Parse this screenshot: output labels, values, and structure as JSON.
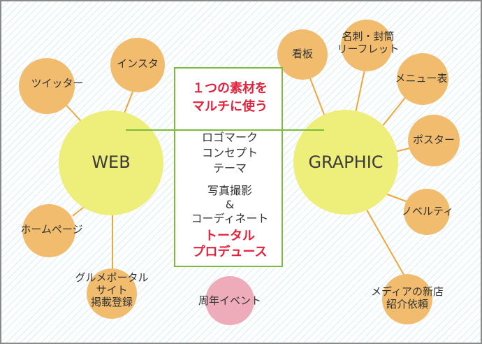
{
  "hubs": {
    "web": "WEB",
    "graphic": "GRAPHIC"
  },
  "center": {
    "headline": [
      "１つの素材を",
      "マルチに使う"
    ],
    "items": [
      "ロゴマーク",
      "コンセプト",
      "テーマ",
      "写真撮影",
      "&",
      "コーディネート"
    ],
    "footer": [
      "トータル",
      "プロデュース"
    ]
  },
  "web_satellites": {
    "twitter": "ツイッター",
    "instagram": "インスタ",
    "homepage": "ホームページ",
    "gourmet_portal": [
      "グルメポータル",
      "サイト",
      "掲載登録"
    ]
  },
  "graphic_satellites": {
    "signboard": "看板",
    "cards_leaflet": [
      "名刺・封筒",
      "リーフレット"
    ],
    "menu": "メニュー表",
    "poster": "ポスター",
    "novelty": "ノベルティ",
    "media": [
      "メディアの新店",
      "紹介依頼"
    ]
  },
  "event": "周年イベント",
  "colors": {
    "hub_fill": "#eeee7a",
    "satellite_fill": "#f2bc6e",
    "event_fill": "#eeacba",
    "connector": "#f0a63a",
    "box_border": "#7dbb3a",
    "accent_text": "#e5213b"
  }
}
